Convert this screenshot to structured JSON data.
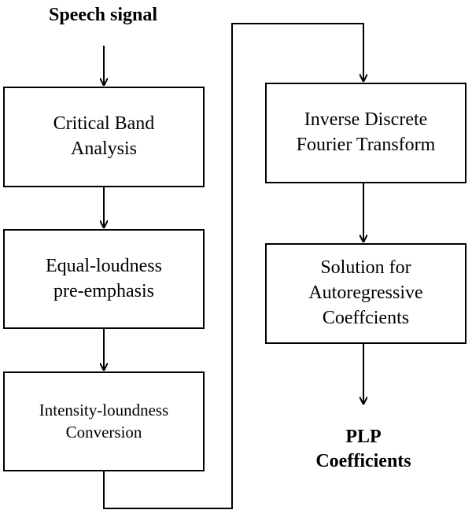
{
  "input_label": "Speech signal",
  "left_column": [
    {
      "line1": "Critical Band",
      "line2": "Analysis"
    },
    {
      "line1": "Equal-loudness",
      "line2": "pre-emphasis"
    },
    {
      "line1": "Intensity-loundness",
      "line2": "Conversion"
    }
  ],
  "right_column": [
    {
      "line1": "Inverse Discrete",
      "line2": "Fourier Transform"
    },
    {
      "line1": "Solution for",
      "line2": "Autoregressive",
      "line3": "Coeffcients"
    }
  ],
  "output_label": {
    "line1": "PLP",
    "line2": "Coefficients"
  }
}
